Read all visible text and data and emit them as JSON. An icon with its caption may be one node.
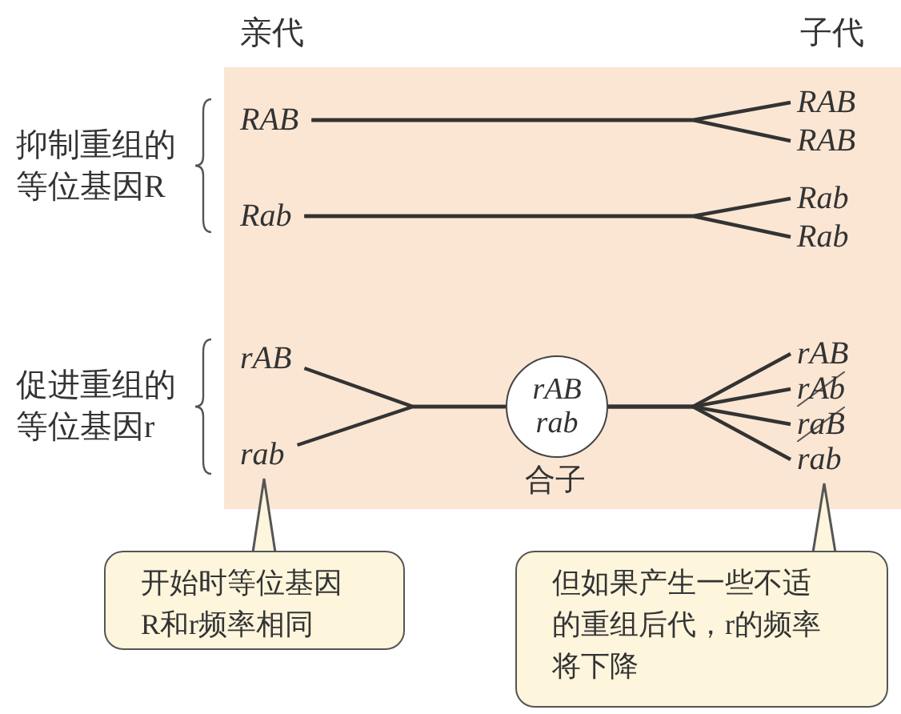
{
  "diagram": {
    "nodes": [
      {
        "text": [
          "RAB"
        ]
      },
      {
        "text": [
          "RAB"
        ]
      },
      {
        "text": [
          "RAB"
        ]
      },
      {
        "text": [
          "Rab"
        ]
      },
      {
        "text": [
          "Rab"
        ]
      },
      {
        "text": [
          "Rab"
        ]
      },
      {
        "text": [
          "rAB"
        ]
      },
      {
        "text": [
          "rab"
        ]
      },
      {
        "text": [
          "rAB",
          "rab"
        ],
        "beside": [
          "合子"
        ]
      },
      {
        "text": [
          "rAB"
        ]
      },
      {
        "text": [
          "rAb"
        ]
      },
      {
        "text": [
          "raB"
        ]
      },
      {
        "text": [
          "rab"
        ]
      },
      {
        "text": [
          "开始时等位基因R和r频率相同"
        ]
      },
      {
        "text": [
          "但如果产生一些不适的重组后代，r的频率将下降"
        ]
      }
    ],
    "edges": [
      {
        "from": 0,
        "to": 1,
        "arrow": "none"
      },
      {
        "from": 0,
        "to": 2,
        "arrow": "none"
      },
      {
        "from": 3,
        "to": 4,
        "arrow": "none"
      },
      {
        "from": 3,
        "to": 5,
        "arrow": "none"
      },
      {
        "from": 6,
        "to": 8,
        "arrow": "none"
      },
      {
        "from": 7,
        "to": 8,
        "arrow": "none"
      },
      {
        "from": 8,
        "to": 9,
        "arrow": "none"
      },
      {
        "from": 8,
        "to": 10,
        "arrow": "none"
      },
      {
        "from": 8,
        "to": 11,
        "arrow": "none"
      },
      {
        "from": 8,
        "to": 12,
        "arrow": "none"
      },
      {
        "from": 13,
        "to": 7,
        "arrow": "none"
      },
      {
        "from": 14,
        "to": 12,
        "arrow": "none"
      }
    ],
    "labels": [
      "亲代",
      "子代",
      "抑制重组的等位基因R",
      "促进重组的等位基因r"
    ]
  }
}
